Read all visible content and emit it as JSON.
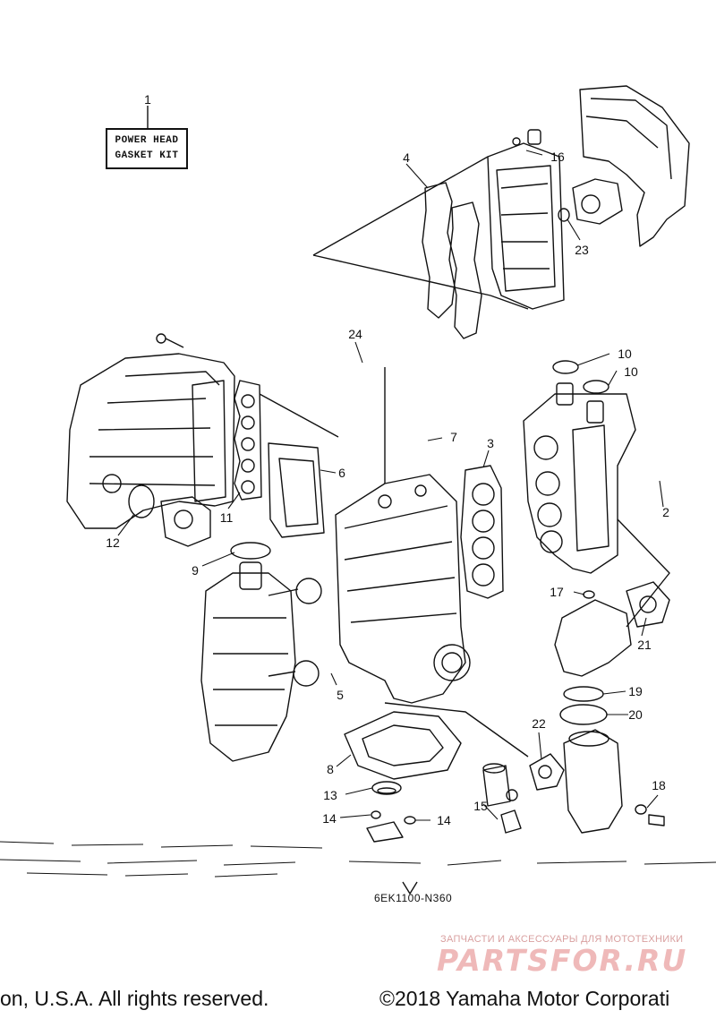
{
  "kit_label": {
    "line1": "POWER HEAD",
    "line2": "GASKET KIT"
  },
  "callouts": [
    "1",
    "2",
    "3",
    "4",
    "5",
    "6",
    "7",
    "8",
    "9",
    "10",
    "10",
    "11",
    "12",
    "13",
    "14",
    "14",
    "15",
    "16",
    "17",
    "18",
    "19",
    "20",
    "21",
    "22",
    "23",
    "24"
  ],
  "diagram_code": "6EK1100-N360",
  "watermark": {
    "subtitle": "ЗАПЧАСТИ И АКСЕССУАРЫ ДЛЯ МОТОТЕХНИКИ",
    "brand": "PARTSFOR.RU"
  },
  "footer": {
    "left": "on, U.S.A. All rights reserved.",
    "right": "©2018 Yamaha Motor Corporati"
  },
  "colors": {
    "line": "#111111",
    "watermark": "#efb9b9"
  }
}
